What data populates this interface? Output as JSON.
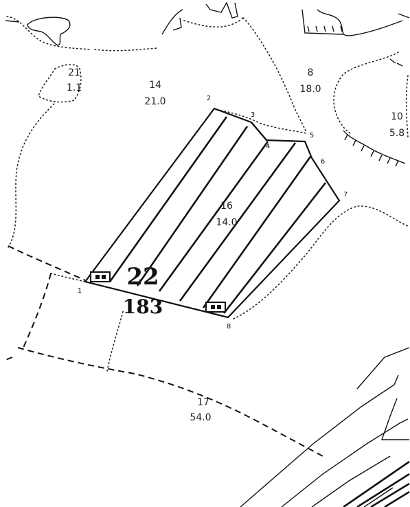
{
  "parcels": [
    {
      "id": "21",
      "area": "1.1"
    },
    {
      "id": "14",
      "area": "21.0"
    },
    {
      "id": "8",
      "area": "18.0"
    },
    {
      "id": "10",
      "area": "5.8"
    },
    {
      "id": "16",
      "area": "14.0"
    },
    {
      "id": "17",
      "area": "54.0"
    }
  ],
  "main_parcel": {
    "id": "22",
    "value": "183"
  },
  "boundary_points": [
    "1",
    "2",
    "3",
    "4",
    "5",
    "6",
    "7",
    "8"
  ]
}
